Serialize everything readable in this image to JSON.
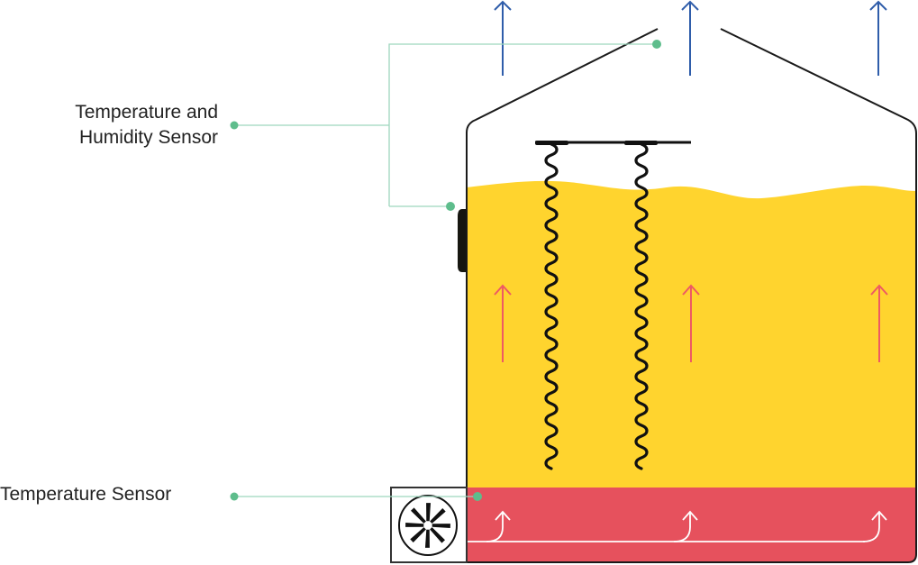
{
  "title": "Grain silo aeration and sensor diagram",
  "labels": {
    "temp_humidity_line1": "Temperature and",
    "temp_humidity_line2": "Humidity Sensor",
    "temperature_sensor": "Temperature Sensor"
  },
  "colors": {
    "grain": "#FFD42E",
    "air_plenum": "#E6515D",
    "outline": "#1A1A1A",
    "leader_line": "#9ED6BE",
    "sensor_dot": "#5EBD8C",
    "exhaust_arrow": "#2F5DAA",
    "warm_air_arrow": "#EE5A63",
    "plenum_airflow": "#FFFFFF"
  },
  "components": {
    "exhaust_arrows": 3,
    "grain_heat_arrows": 3,
    "plenum_airflow_arrows": 3,
    "sensor_cables": 2,
    "fan": "axial-fan",
    "side_door": "access-hatch"
  }
}
